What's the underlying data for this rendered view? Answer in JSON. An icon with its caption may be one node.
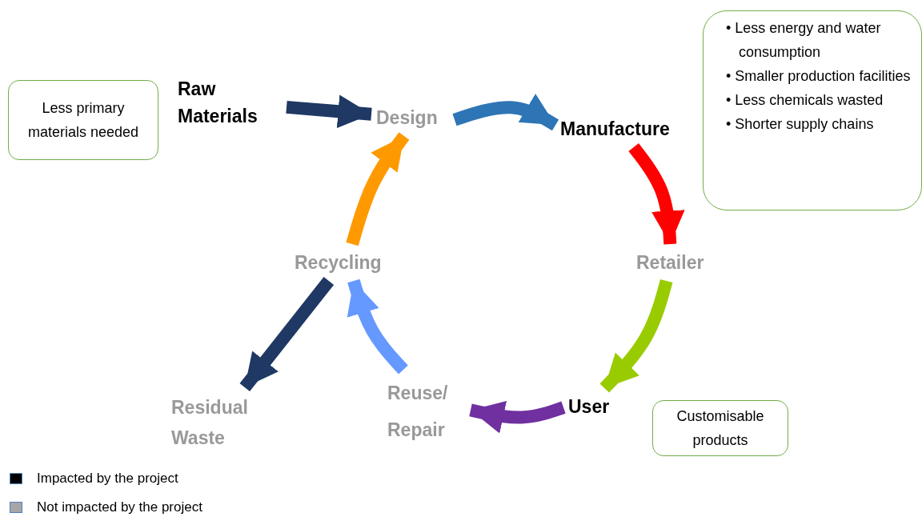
{
  "diagram": {
    "nodes": [
      {
        "text": [
          "Raw Materials"
        ]
      },
      {
        "text": [
          "Design"
        ]
      },
      {
        "text": [
          "Manufacture"
        ]
      },
      {
        "text": [
          "Retailer"
        ]
      },
      {
        "text": [
          "User"
        ]
      },
      {
        "text": [
          "Reuse/ Repair"
        ]
      },
      {
        "text": [
          "Recycling"
        ]
      },
      {
        "text": [
          "Residual Waste"
        ]
      },
      {
        "text": [
          "Less primary materials needed"
        ]
      },
      {
        "text": [
          "• Less energy and water consumption",
          "• Smaller production facilities",
          "• Less chemicals wasted",
          "• Shorter supply chains"
        ]
      },
      {
        "text": [
          "Customisable products"
        ]
      }
    ],
    "edges": [
      {
        "from": 0,
        "to": 1,
        "arrow": "to",
        "color": "#1f3864"
      },
      {
        "from": 1,
        "to": 2,
        "arrow": "to",
        "color": "#2e75b6"
      },
      {
        "from": 2,
        "to": 3,
        "arrow": "to",
        "color": "#ff0000"
      },
      {
        "from": 3,
        "to": 4,
        "arrow": "to",
        "color": "#99cc00"
      },
      {
        "from": 4,
        "to": 5,
        "arrow": "to",
        "color": "#7030a0"
      },
      {
        "from": 5,
        "to": 6,
        "arrow": "to",
        "color": "#6699ff"
      },
      {
        "from": 6,
        "to": 1,
        "arrow": "to",
        "color": "#ff9900"
      },
      {
        "from": 6,
        "to": 7,
        "arrow": "to",
        "color": "#1f3864"
      }
    ],
    "legend": [
      {
        "text": "Impacted by the project",
        "color": "#000000"
      },
      {
        "text": "Not impacted by the project",
        "color": "#a6a6a6"
      }
    ]
  }
}
